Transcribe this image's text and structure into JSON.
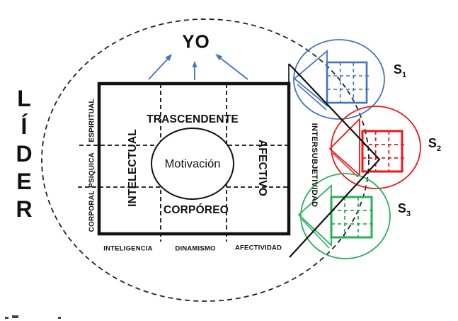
{
  "figure": {
    "leader_label": "L\nÍ\nD\nE\nR",
    "self_label": "YO",
    "matrix": {
      "top": "TRASCENDENTE",
      "left": "INTELECTUAL",
      "right": "AFECTIVO",
      "bottom": "CORPÓREO",
      "center": "Motivación",
      "left_axis": [
        "ESPIRITUAL",
        "PSIQUICA",
        "CORPORAL"
      ],
      "bottom_axis": [
        "INTELIGENCIA",
        "DINAMISMO",
        "AFECTIVIDAD"
      ],
      "right_axis": "INTERSUBJETIVIDAD"
    },
    "satellites": [
      {
        "label": "S",
        "subscript": "1",
        "color": "#4472c4"
      },
      {
        "label": "S",
        "subscript": "2",
        "color": "#ef1616"
      },
      {
        "label": "S",
        "subscript": "3",
        "color": "#27b15a"
      }
    ],
    "colors": {
      "ink": "#111111",
      "yo_arrows": "#4472c4"
    }
  }
}
